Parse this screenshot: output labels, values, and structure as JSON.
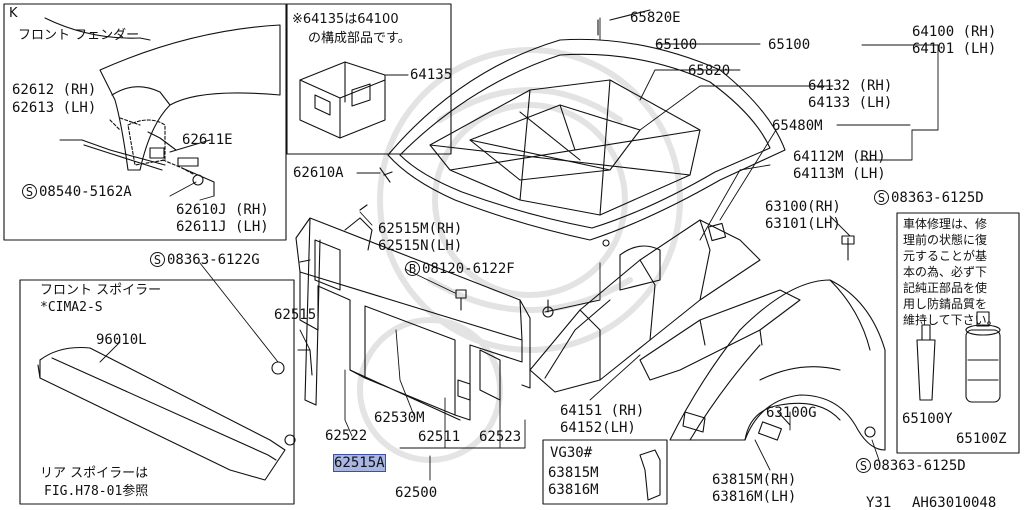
{
  "colors": {
    "line": "#111111",
    "highlight": "#a9b6e3",
    "watermark": "#d8d8d8"
  },
  "inset_k": {
    "letter": "K",
    "title": "フロント フェンダー",
    "labels": [
      "62612 (RH)",
      "62613 (LH)",
      "62611E",
      "08540-5162A",
      "62610J (RH)",
      "62611J (LH)"
    ],
    "circled": "S"
  },
  "inset_note": {
    "line1": "※64135は64100",
    "line2": "の構成部品です。",
    "part": "64135"
  },
  "inset_spoiler": {
    "title": "フロント スポイラー",
    "subtitle": "*CIMA2-S",
    "part": "96010L",
    "note1": "リア スポイラーは",
    "note2": "FIG.H78-01参照"
  },
  "inset_vg30": {
    "title": "VG30#",
    "parts": [
      "63815M",
      "63816M"
    ]
  },
  "inset_note2": {
    "lines": [
      "車体修理は、修",
      "理前の状態に復",
      "元することが基",
      "本の為、必ず下",
      "記純正部品を使",
      "用し防錆品質を",
      "維持して下さい。"
    ],
    "parts": [
      "65100Y",
      "65100Z"
    ]
  },
  "labels": {
    "p65820E": "65820E",
    "p65100a": "65100",
    "p65100b": "65100",
    "p65820": "65820",
    "p64100": "64100 (RH)",
    "p64101": "64101 (LH)",
    "p64132": "64132 (RH)",
    "p64133": "64133 (LH)",
    "p65480M": "65480M",
    "p64112M": "64112M (RH)",
    "p64113M": "64113M (LH)",
    "p62610A": "62610A",
    "p62515M": "62515M(RH)",
    "p62515N": "62515N(LH)",
    "p63100": "63100(RH)",
    "p63101": "63101(LH)",
    "p08363_6125D_top": "08363-6125D",
    "p08363_6122G": "08363-6122G",
    "p08120_6122F": "08120-6122F",
    "p62515": "62515",
    "p62530M": "62530M",
    "p62511": "62511",
    "p62523": "62523",
    "p62522": "62522",
    "p62515A": "62515A",
    "p62500": "62500",
    "p64151": "64151 (RH)",
    "p64152": "64152(LH)",
    "p63100G": "63100G",
    "p63815M": "63815M(RH)",
    "p63816M": "63816M(LH)",
    "p08363_6125D_bot": "08363-6125D"
  },
  "circled_s": "S",
  "circled_b": "B",
  "footer": {
    "code": "Y31",
    "id": "AH63010048"
  }
}
